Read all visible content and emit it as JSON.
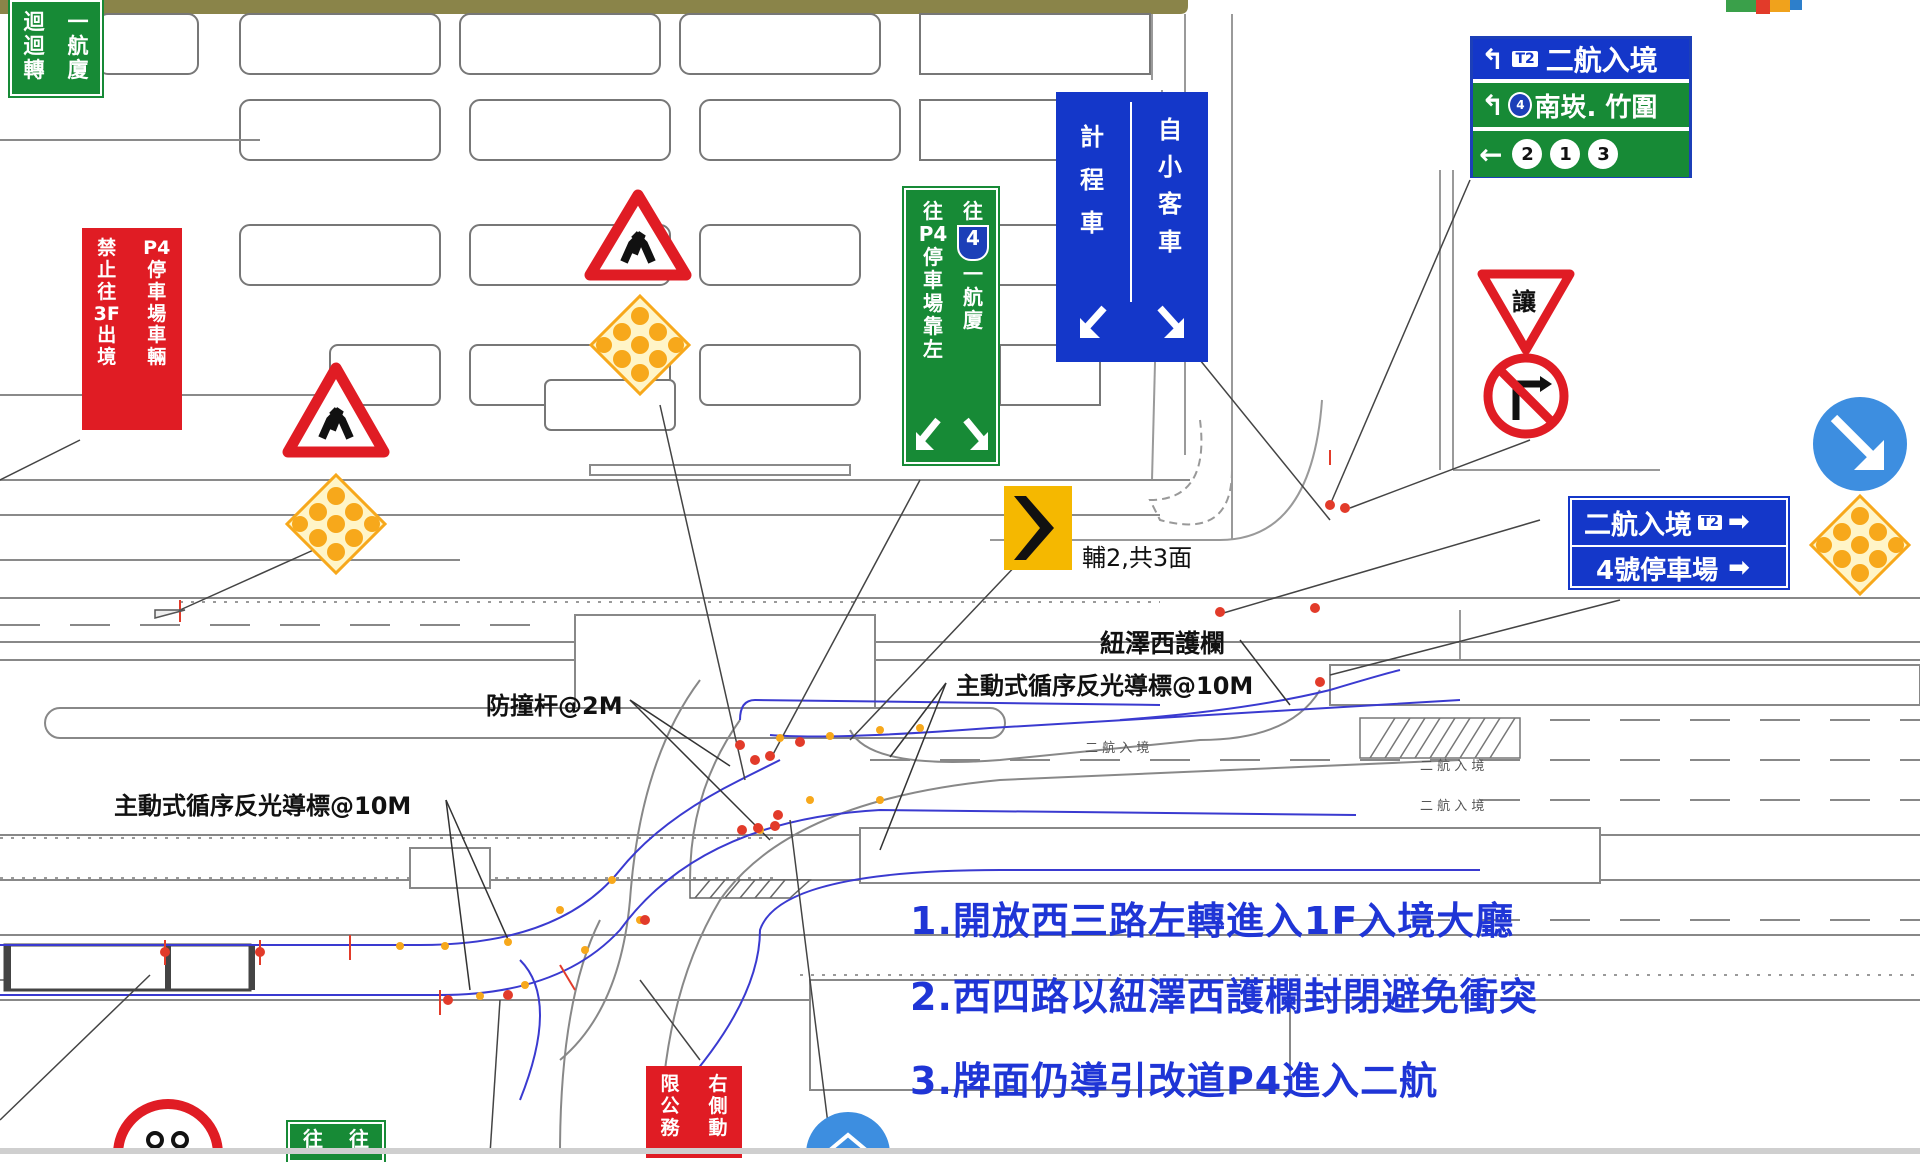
{
  "header_sign": {
    "left_col": [
      "迴",
      "轉"
    ],
    "right_col": [
      "航",
      "廈"
    ],
    "top_left": "迴",
    "top_right": "一"
  },
  "red_sign_left": {
    "col1": [
      "禁",
      "止",
      "往",
      "3F",
      "出",
      "境"
    ],
    "col2": [
      "P4",
      "停",
      "車",
      "場",
      "車",
      "輛"
    ]
  },
  "green_sign_center": {
    "col1": [
      "往",
      "P4",
      "停",
      "車",
      "場",
      "靠",
      "左"
    ],
    "col2": [
      "往",
      "4",
      "一",
      "航",
      "廈"
    ]
  },
  "blue_sign_lanes": {
    "left": [
      "計",
      "程",
      "車"
    ],
    "right": [
      "自",
      "小",
      "客",
      "車"
    ]
  },
  "guide_sign_topright": {
    "row1": "二航入境",
    "row1_badge": "T2",
    "row2": "南崁. 竹圍",
    "row2_badge": "4",
    "row3_badges": [
      "2",
      "1",
      "3"
    ]
  },
  "yield_sign": "讓",
  "blue_sign_right": {
    "row1": "二航入境",
    "row1_badge": "T2",
    "row2": "4號停車場"
  },
  "labels": {
    "chevron_note": "輔2,共3面",
    "barrier_west": "紐澤西護欄",
    "delineator_top": "主動式循序反光導標@10M",
    "bollard": "防撞杆@2M",
    "delineator_left": "主動式循序反光導標@10M"
  },
  "road_markings": [
    "二航入境",
    "二航入境",
    "二航入境"
  ],
  "bottom_signs": {
    "green_bottom": [
      "往",
      "往"
    ],
    "red_bottom": {
      "col1": [
        "限",
        "公",
        "務"
      ],
      "col2": [
        "右",
        "側",
        "動"
      ]
    }
  },
  "notes": [
    "1.開放西三路左轉進入1F入境大廳",
    "2.西四路以紐澤西護欄封閉避免衝突",
    "3.牌面仍導引改道P4進入二航"
  ],
  "colors": {
    "sign_green": "#178a36",
    "sign_red": "#e01c24",
    "sign_blue": "#1437c9",
    "note_blue": "#1f35d6",
    "header_bar": "#8a8449",
    "delineator_orange": "#f7a81b",
    "lane_blue": "#3a3ad0"
  }
}
